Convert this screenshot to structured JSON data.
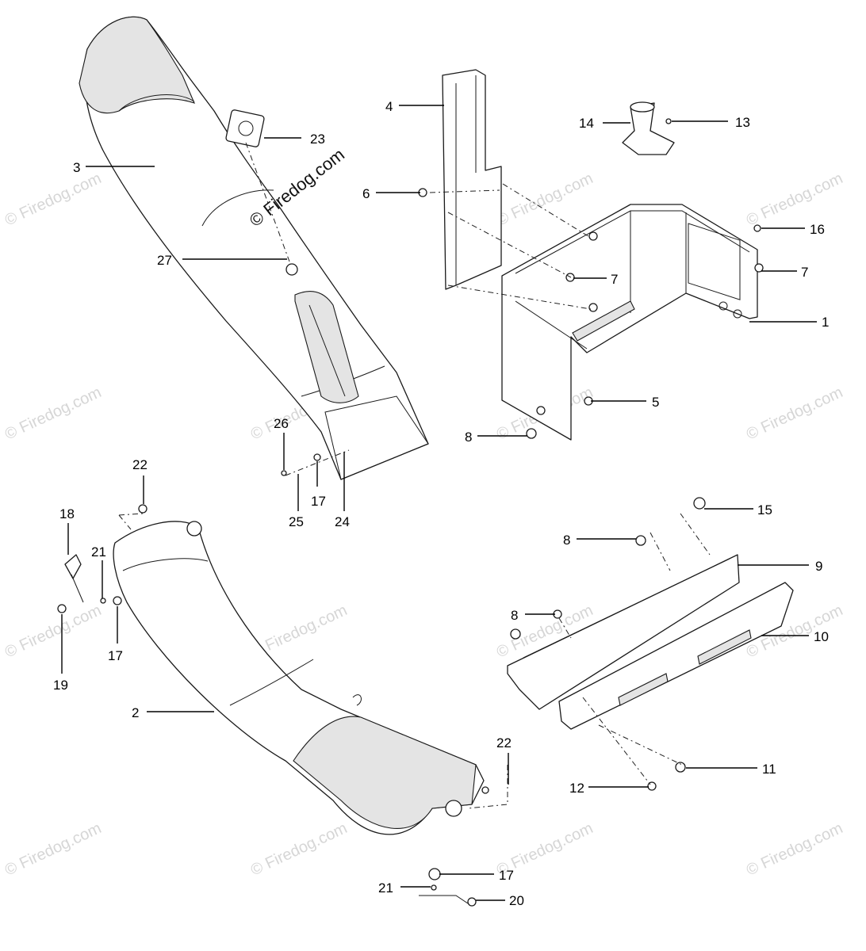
{
  "watermark": {
    "text": "© Firedog.com",
    "main_text": "© Firedog.com",
    "color": "#d6d6d6"
  },
  "callouts": [
    "1",
    "2",
    "3",
    "4",
    "5",
    "6",
    "7",
    "7",
    "8",
    "8",
    "8",
    "9",
    "10",
    "11",
    "12",
    "13",
    "14",
    "15",
    "16",
    "17",
    "17",
    "17",
    "18",
    "19",
    "20",
    "21",
    "21",
    "22",
    "22",
    "23",
    "24",
    "25",
    "26",
    "27"
  ]
}
